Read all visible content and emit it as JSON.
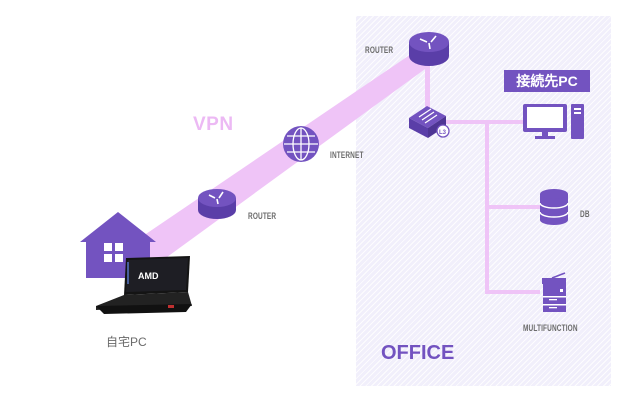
{
  "colors": {
    "accent": "#7353c0",
    "link": "#efc4f7",
    "office_bg": "#f1effb",
    "label_gray": "#6b6b6b"
  },
  "labels": {
    "vpn": "VPN",
    "internet": "INTERNET",
    "home_router": "ROUTER",
    "office_router": "ROUTER",
    "target_pc": "接続先PC",
    "db": "DB",
    "multifunction": "MULTIFUNCTION",
    "office": "OFFICE",
    "home_pc": "自宅PC",
    "l3_badge": "L3",
    "laptop_brand": "AMD"
  },
  "nodes": [
    {
      "id": "home",
      "icon": "house-icon"
    },
    {
      "id": "home-pc",
      "icon": "laptop-icon"
    },
    {
      "id": "home-router",
      "icon": "router-icon"
    },
    {
      "id": "internet",
      "icon": "globe-icon"
    },
    {
      "id": "office-router",
      "icon": "router-icon"
    },
    {
      "id": "l3-switch",
      "icon": "l3-switch-icon"
    },
    {
      "id": "target-pc",
      "icon": "desktop-pc-icon"
    },
    {
      "id": "db",
      "icon": "database-icon"
    },
    {
      "id": "multifunction",
      "icon": "printer-icon"
    }
  ]
}
